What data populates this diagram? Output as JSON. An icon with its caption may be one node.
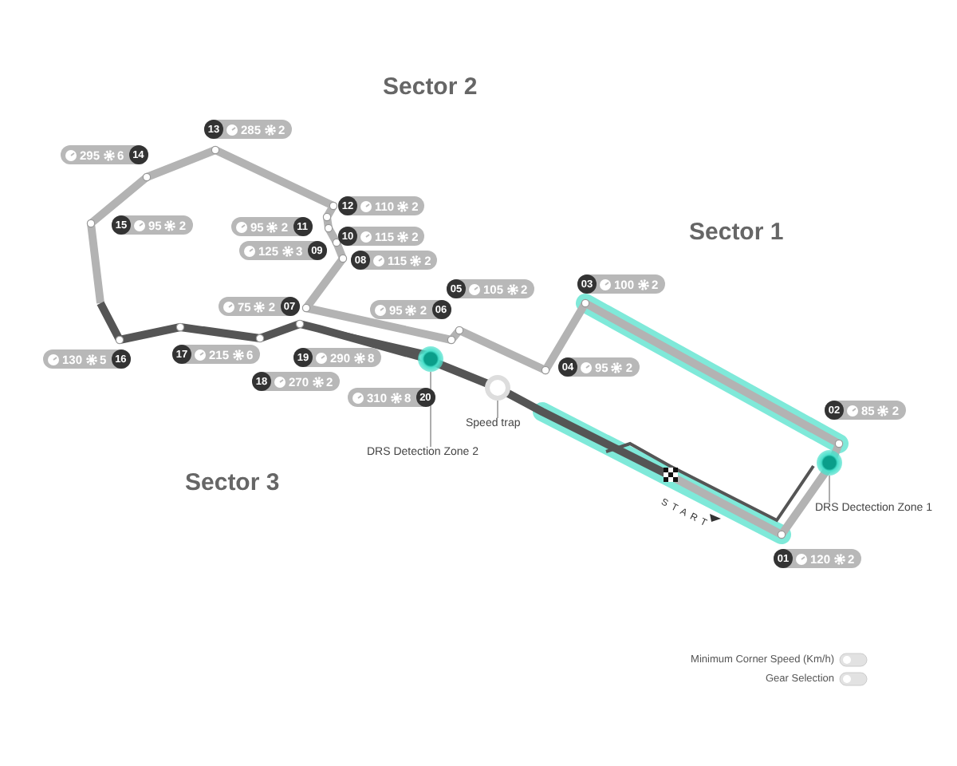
{
  "diagram": {
    "nodes": [
      {
        "text": [
          "01",
          "120",
          "2"
        ]
      },
      {
        "text": [
          "02",
          "85",
          "2"
        ]
      },
      {
        "text": [
          "03",
          "100",
          "2"
        ]
      },
      {
        "text": [
          "04",
          "95",
          "2"
        ]
      },
      {
        "text": [
          "05",
          "105",
          "2"
        ]
      },
      {
        "text": [
          "95",
          "2",
          "06"
        ]
      },
      {
        "text": [
          "75",
          "2",
          "07"
        ]
      },
      {
        "text": [
          "08",
          "115",
          "2"
        ]
      },
      {
        "text": [
          "125",
          "3",
          "09"
        ]
      },
      {
        "text": [
          "10",
          "115",
          "2"
        ]
      },
      {
        "text": [
          "95",
          "2",
          "11"
        ]
      },
      {
        "text": [
          "12",
          "110",
          "2"
        ]
      },
      {
        "text": [
          "13",
          "285",
          "2"
        ]
      },
      {
        "text": [
          "295",
          "6",
          "14"
        ]
      },
      {
        "text": [
          "15",
          "95",
          "2"
        ]
      },
      {
        "text": [
          "130",
          "5",
          "16"
        ]
      },
      {
        "text": [
          "17",
          "215",
          "6"
        ]
      },
      {
        "text": [
          "18",
          "270",
          "2"
        ]
      },
      {
        "text": [
          "19",
          "290",
          "8"
        ]
      },
      {
        "text": [
          "310",
          "8",
          "20"
        ]
      },
      {
        "text": [
          "DRS Detection Zone 2"
        ]
      },
      {
        "text": [],
        "shape": "circle"
      },
      {
        "text": [
          "Speed trap"
        ]
      },
      {
        "text": [],
        "shape": "circle"
      },
      {
        "text": [
          "DRS Dectection Zone 1"
        ]
      },
      {
        "text": [],
        "shape": "circle"
      }
    ],
    "edges": [
      {
        "from": 20,
        "to": 21,
        "arrow": "none"
      },
      {
        "from": 22,
        "to": 23,
        "arrow": "none"
      },
      {
        "from": 24,
        "to": 25,
        "arrow": "none"
      }
    ],
    "labels": [
      "Sector 2",
      "Sector 1",
      "Sector 3",
      "START"
    ],
    "legend": [
      {
        "text": "Minimum Corner Speed (Km/h)"
      },
      {
        "text": "Gear Selection"
      }
    ]
  }
}
